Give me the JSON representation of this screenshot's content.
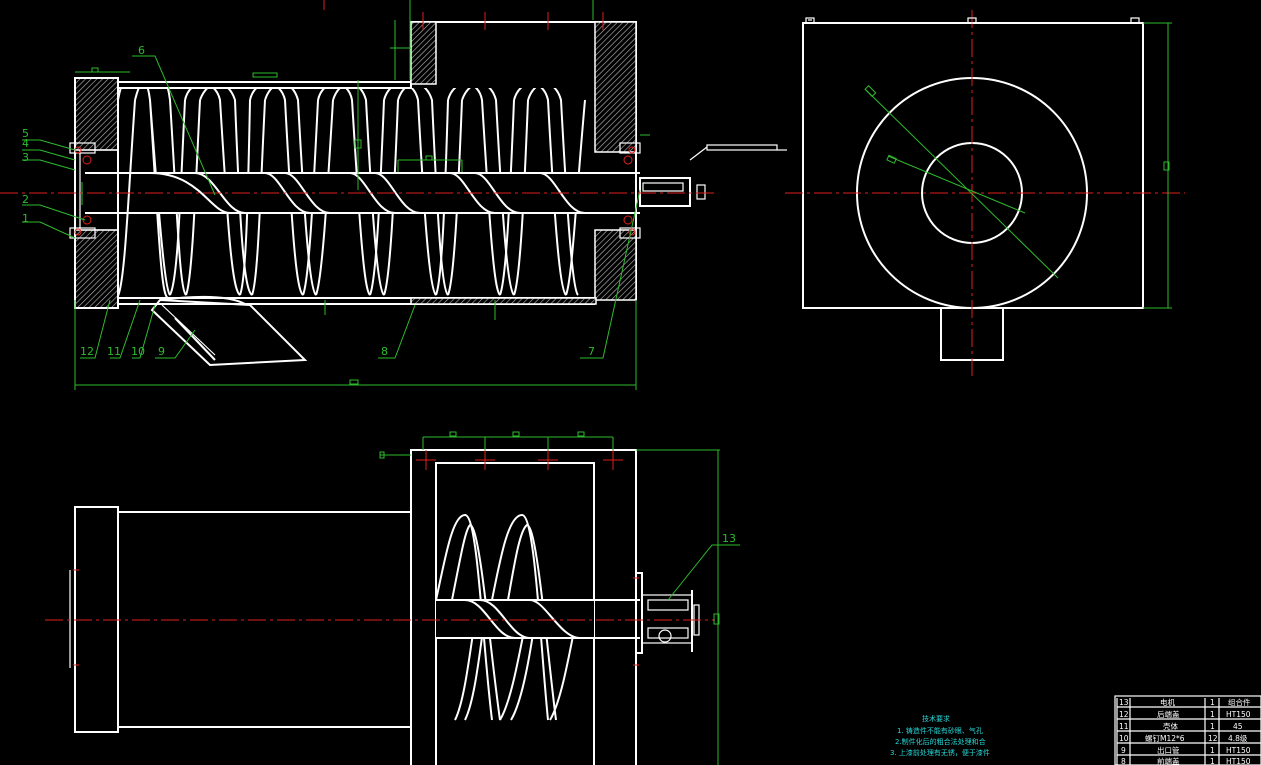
{
  "drawing": {
    "part_labels": [
      "1",
      "2",
      "3",
      "4",
      "5",
      "6",
      "7",
      "8",
      "9",
      "10",
      "11",
      "12",
      "13"
    ],
    "tech_requirements": {
      "title": "技术要求",
      "lines": [
        "1. 铸造件不能有砂眼、气孔",
        "2.制件化后的粗合法处理和合",
        "3. 上漆前处理有无锈，便于漆件"
      ]
    },
    "bom": [
      {
        "no": "13",
        "name": "电机",
        "qty": "1",
        "material": "组合件"
      },
      {
        "no": "12",
        "name": "后端盖",
        "qty": "1",
        "material": "HT150"
      },
      {
        "no": "11",
        "name": "壳体",
        "qty": "1",
        "material": "45"
      },
      {
        "no": "10",
        "name": "螺钉M12*6",
        "qty": "12",
        "material": "4.8级"
      },
      {
        "no": "9",
        "name": "出口管",
        "qty": "1",
        "material": "HT150"
      },
      {
        "no": "8",
        "name": "前端盖",
        "qty": "1",
        "material": "HT150"
      }
    ]
  }
}
